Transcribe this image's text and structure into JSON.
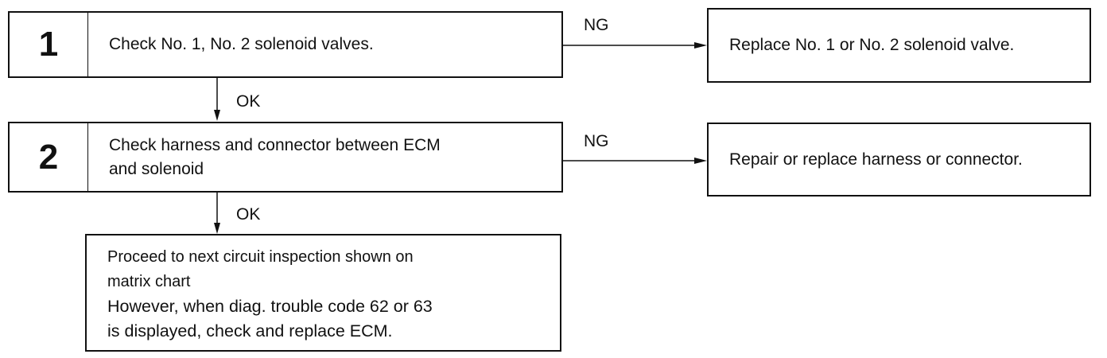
{
  "flowchart": {
    "steps": [
      {
        "number": "1",
        "text": "Check No. 1, No. 2 solenoid valves."
      },
      {
        "number": "2",
        "text_line1": "Check harness and connector between ECM",
        "text_line2": "and solenoid"
      }
    ],
    "results": [
      {
        "text": "Replace No. 1 or No. 2 solenoid valve."
      },
      {
        "text": "Repair or replace harness or connector."
      }
    ],
    "labels": {
      "ng": "NG",
      "ok": "OK"
    },
    "final": {
      "line1": "Proceed to next circuit inspection shown on",
      "line2": "matrix chart",
      "line3": "However, when diag. trouble code 62 or 63",
      "line4": "is displayed, check and replace ECM."
    }
  }
}
